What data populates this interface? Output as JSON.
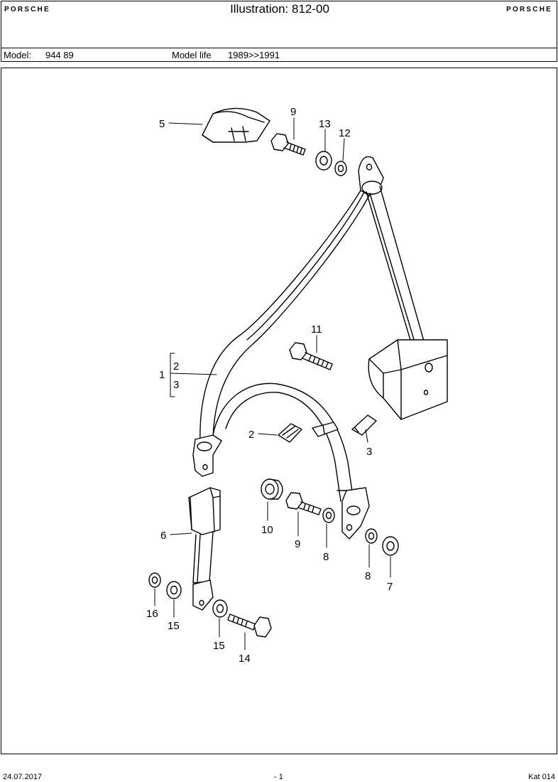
{
  "header": {
    "brand_left": "PORSCHE",
    "brand_right": "PORSCHE",
    "title": "Illustration: 812-00"
  },
  "model_bar": {
    "model_label": "Model:",
    "model_value": "944 89",
    "life_label": "Model life",
    "life_value": "1989>>1991"
  },
  "callouts": [
    "1",
    "2",
    "3",
    "5",
    "9",
    "13",
    "12",
    "11",
    "2",
    "3",
    "6",
    "10",
    "9",
    "8",
    "8",
    "7",
    "16",
    "15",
    "15",
    "14"
  ],
  "footer": {
    "date": "24.07.2017",
    "page": "- 1",
    "catalog": "Kat 014"
  }
}
